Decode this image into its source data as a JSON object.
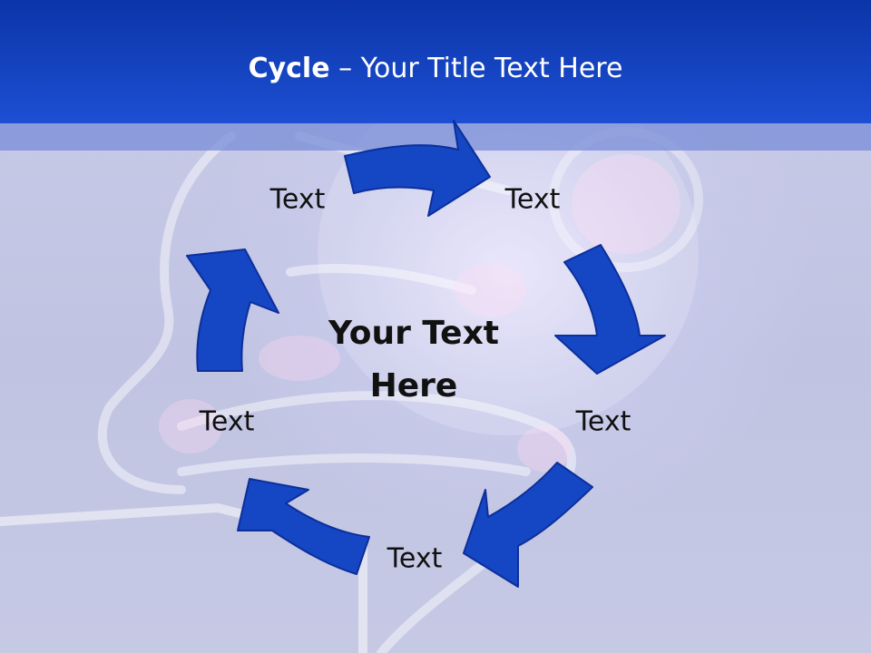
{
  "slide": {
    "title_bold": "Cycle",
    "title_rest": " – Your Title Text Here",
    "center_line1": "Your Text",
    "center_line2": "Here",
    "cycle_labels": [
      "Text",
      "Text",
      "Text",
      "Text",
      "Text"
    ]
  },
  "colors": {
    "title_bar": "#1d4fd3",
    "arrow_fill": "#1546c4",
    "arrow_stroke": "#0c2f9a",
    "background": "#c3c7e3"
  },
  "icons": [
    "human-skeleton-illustration",
    "curved-arrow"
  ]
}
